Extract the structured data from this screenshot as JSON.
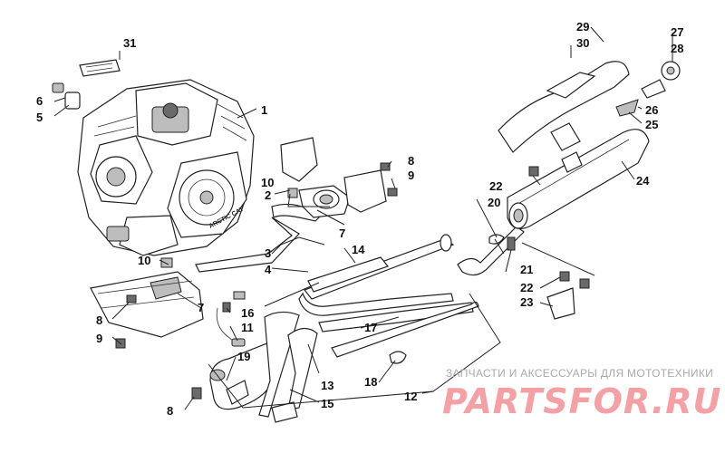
{
  "callouts": {
    "c1": "1",
    "c2": "2",
    "c3": "3",
    "c4": "4",
    "c5": "5",
    "c6": "6",
    "c7a": "7",
    "c7b": "7",
    "c8a": "8",
    "c8b": "8",
    "c8c": "8",
    "c9a": "9",
    "c9b": "9",
    "c10a": "10",
    "c10b": "10",
    "c11": "11",
    "c12": "12",
    "c13": "13",
    "c14": "14",
    "c15": "15",
    "c16": "16",
    "c17": "17",
    "c18": "18",
    "c19": "19",
    "c20": "20",
    "c21": "21",
    "c22a": "22",
    "c22b": "22",
    "c23": "23",
    "c24": "24",
    "c25": "25",
    "c26": "26",
    "c27": "27",
    "c28": "28",
    "c29": "29",
    "c30": "30",
    "c31": "31"
  },
  "watermark": {
    "tagline": "ЗАПЧАСТИ И АКСЕССУАРЫ ДЛЯ МОТОТЕХНИКИ",
    "logo": "PARTSFOR.RU",
    "color": "#f4a0a4"
  },
  "engine_badge": "ARCTIC CAT"
}
